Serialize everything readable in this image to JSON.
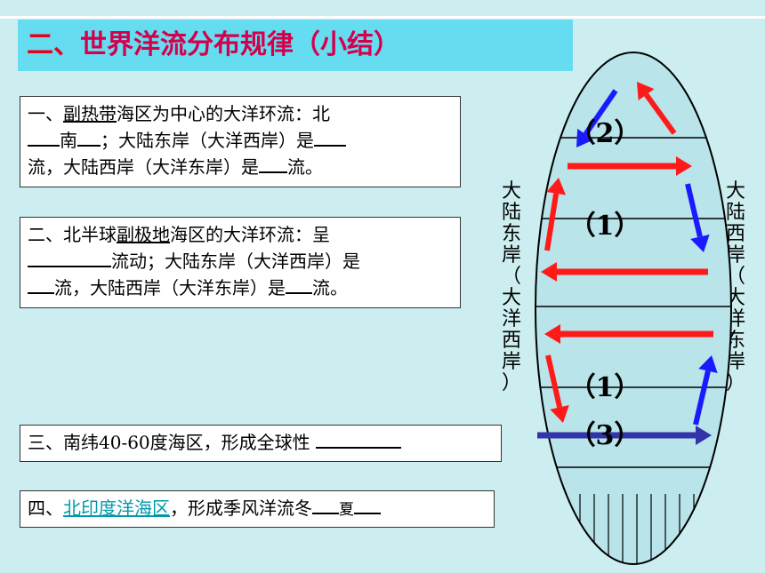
{
  "title": {
    "num": "二、",
    "text": "世界洋流分布规律（小结）"
  },
  "box1": {
    "p1": "一、",
    "u1": "副热带",
    "p2": "海区为中心的大洋环流：北",
    "p3": "南",
    "p4": "；大陆东岸（大洋西岸）是",
    "p5": "流，大陆西岸（大洋东岸）是",
    "p6": "流。"
  },
  "box2": {
    "p1": "二、北半球",
    "u1": "副极地",
    "p2": "海区的大洋环流：呈",
    "p3": "流动；大陆东岸（大洋西岸）是",
    "p4": "流，大陆西岸（大洋东岸）是",
    "p5": "流。"
  },
  "box3": {
    "text": "三、南纬40-60度海区，形成全球性"
  },
  "box4": {
    "p1": "四、",
    "link": "北印度洋海区",
    "p2": "，形成季风洋流冬",
    "p3": "夏"
  },
  "diagram": {
    "left_label": [
      "大",
      "陆",
      "东",
      "岸",
      "（",
      "大",
      "洋",
      "西",
      "岸",
      "）"
    ],
    "right_label": [
      "大",
      "陆",
      "西",
      "岸",
      "（",
      "大",
      "洋",
      "东",
      "岸",
      "）"
    ],
    "labels": {
      "l2": "（2）",
      "l1a": "（1）",
      "l1b": "（1）",
      "l3": "（3）"
    },
    "colors": {
      "warm": "#ff1a1a",
      "cold": "#1a1aff",
      "west_wind": "#3333aa"
    }
  }
}
